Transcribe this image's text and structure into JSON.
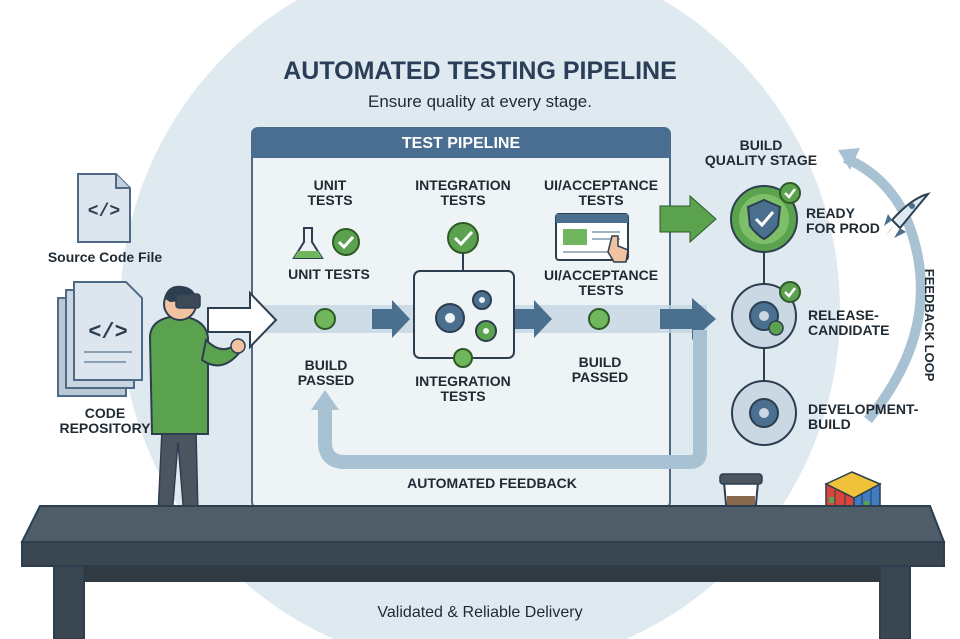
{
  "title": "AUTOMATED TESTING PIPELINE",
  "subtitle": "Ensure quality at every stage.",
  "panel_title": "TEST PIPELINE",
  "left": {
    "source_file": "Source Code File",
    "repo_line1": "CODE",
    "repo_line2": "REPOSITORY"
  },
  "pipeline": {
    "unit_top_1": "UNIT",
    "unit_top_2": "TESTS",
    "unit_mid": "UNIT TESTS",
    "build1_1": "BUILD",
    "build1_2": "PASSED",
    "integ_top_1": "INTEGRATION",
    "integ_top_2": "TESTS",
    "integ_bot_1": "INTEGRATION",
    "integ_bot_2": "TESTS",
    "ui_top_1": "UI/ACCEPTANCE",
    "ui_top_2": "TESTS",
    "ui_mid_1": "UI/ACCEPTANCE",
    "ui_mid_2": "TESTS",
    "build2_1": "BUILD",
    "build2_2": "PASSED",
    "feedback": "AUTOMATED FEEDBACK"
  },
  "stages": {
    "header_1": "BUILD",
    "header_2": "QUALITY STAGE",
    "ready_1": "READY",
    "ready_2": "FOR PROD",
    "rc_1": "RELEASE-",
    "rc_2": "CANDIDATE",
    "dev_1": "DEVELOPMENT-",
    "dev_2": "BUILD"
  },
  "feedback_loop": "FEEDBACK LOOP",
  "footer": "Validated & Reliable Delivery",
  "colors": {
    "green": "#5aa24d",
    "blue_arrow": "#4a6f8f",
    "title": "#2a3f57",
    "circle_bg": "#dde8ef",
    "table": "#3d4a55"
  }
}
